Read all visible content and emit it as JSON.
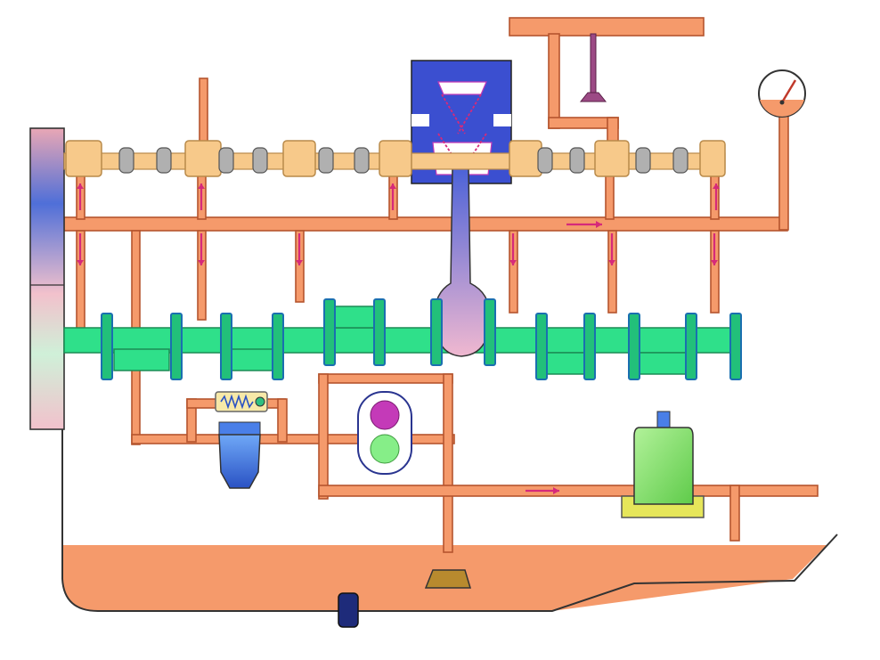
{
  "diagram": {
    "subject": "engine-lubrication-system",
    "colors": {
      "oil": "#F59A6B",
      "oil_line": "#B5552E",
      "crankshaft": "#2FE08A",
      "journal": "#22C07A",
      "camshaft": "#F7C98A",
      "cam_lobe": "#B0B0B0",
      "flow_arrow": "#D62A7A",
      "pump_dark": "#3B4FD0",
      "filter": "#3E7BF0",
      "cooler": "#7EE06A",
      "cooler_base": "#E6E65A",
      "valve_top": "#C43AB8",
      "valve_bottom": "#86EE88",
      "outline": "#333333"
    },
    "components": [
      "flywheel-gear",
      "camshaft",
      "crankshaft",
      "main-oil-gallery",
      "connecting-rod",
      "rocker-valve",
      "oil-pressure-gauge",
      "relief-valve",
      "oil-filter",
      "bypass-valve",
      "oil-cooler",
      "oil-pump-strainer",
      "oil-sump",
      "drain-plug"
    ]
  }
}
